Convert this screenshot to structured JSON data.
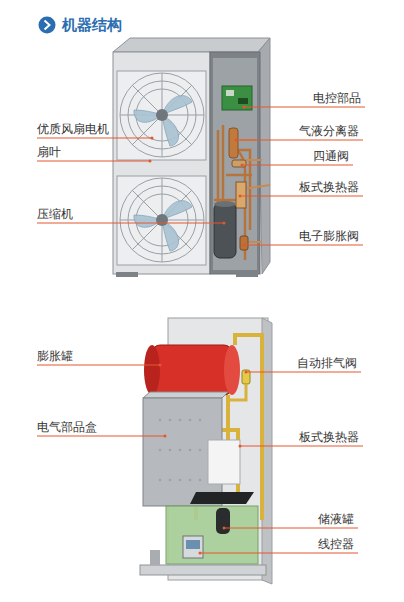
{
  "diagram": {
    "title": "机器结构",
    "labels": [
      "电控部品",
      "优质风扇电机",
      "气液分离器",
      "扇叶",
      "四通阀",
      "板式换热器",
      "压缩机",
      "电子膨胀阀",
      "膨胀罐",
      "自动排气阀",
      "电气部品盒",
      "板式换热器",
      "储液罐",
      "线控器"
    ]
  }
}
